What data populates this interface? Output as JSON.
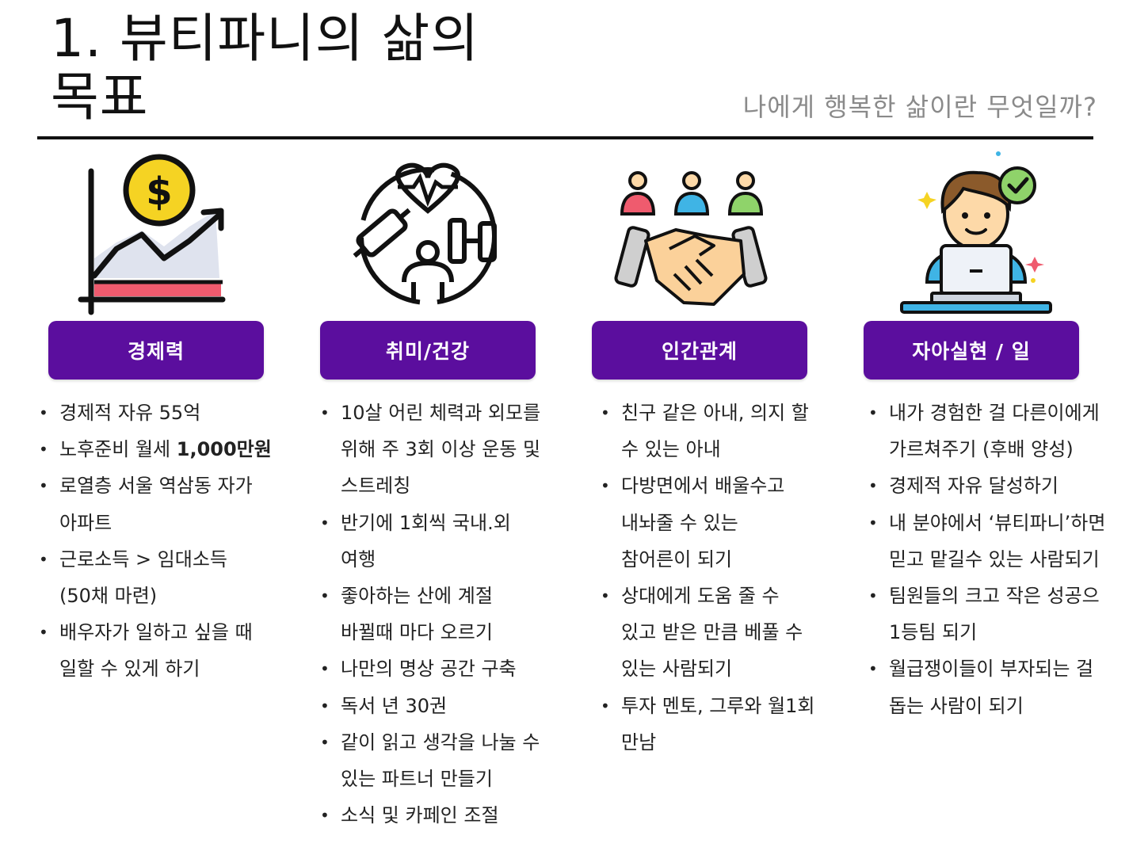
{
  "header": {
    "title": "1. 뷰티파니의 삶의 목표",
    "subtitle": "나에게 행복한 삶이란 무엇일까?"
  },
  "columns": [
    {
      "label": "경제력",
      "icon": "finance-chart-icon",
      "items": [
        {
          "pre": "경제적 자유 55억",
          "bold": ""
        },
        {
          "pre": "노후준비 월세 ",
          "bold": "1,000만원"
        },
        {
          "pre": "로열층 서울 역삼동 자가\n아파트",
          "bold": ""
        },
        {
          "pre": "근로소득 > 임대소득\n(50채 마련)",
          "bold": ""
        },
        {
          "pre": "배우자가 일하고 싶을 때\n일할 수 있게 하기",
          "bold": ""
        }
      ]
    },
    {
      "label": "취미/건강",
      "icon": "health-hobby-icon",
      "items": [
        {
          "pre": "10살 어린 체력과 외모를\n위해 주 3회 이상 운동 및\n스트레칭",
          "bold": ""
        },
        {
          "pre": "반기에 1회씩 국내.외\n여행",
          "bold": ""
        },
        {
          "pre": "좋아하는 산에 계절\n바뀔때 마다 오르기",
          "bold": ""
        },
        {
          "pre": "나만의 명상 공간 구축",
          "bold": ""
        },
        {
          "pre": "독서 년 30권",
          "bold": ""
        },
        {
          "pre": "같이 읽고 생각을 나눌 수\n있는 파트너 만들기",
          "bold": ""
        },
        {
          "pre": "소식 및 카페인 조절",
          "bold": ""
        }
      ]
    },
    {
      "label": "인간관계",
      "icon": "handshake-people-icon",
      "items": [
        {
          "pre": "친구 같은 아내, 의지 할\n수 있는 아내",
          "bold": ""
        },
        {
          "pre": "다방면에서 배울수고\n내놔줄 수 있는\n참어른이 되기",
          "bold": ""
        },
        {
          "pre": "상대에게 도움 줄 수\n있고 받은 만큼 베풀 수\n있는 사람되기",
          "bold": ""
        },
        {
          "pre": "투자 멘토, 그루와 월1회\n만남",
          "bold": ""
        }
      ]
    },
    {
      "label": "자아실현 / 일",
      "icon": "laptop-worker-icon",
      "items": [
        {
          "pre": "내가 경험한 걸 다른이에게\n가르쳐주기 (후배 양성)",
          "bold": ""
        },
        {
          "pre": "경제적 자유 달성하기",
          "bold": ""
        },
        {
          "pre": "내 분야에서 ‘뷰티파니’하면\n믿고 맡길수 있는 사람되기",
          "bold": ""
        },
        {
          "pre": "팀원들의 크고 작은 성공으\n1등팀 되기",
          "bold": ""
        },
        {
          "pre": "월급쟁이들이 부자되는 걸\n돕는 사람이 되기",
          "bold": ""
        }
      ]
    }
  ],
  "colors": {
    "pill": "#5b0e9e",
    "rule": "#111111",
    "subtitle": "#8a8a8a"
  }
}
